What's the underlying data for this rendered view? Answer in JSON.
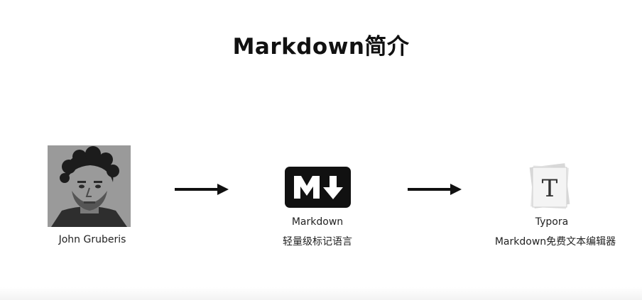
{
  "title": "Markdown简介",
  "nodes": [
    {
      "name": "John Gruberis"
    },
    {
      "name": "Markdown",
      "description": "轻量级标记语言"
    },
    {
      "name": "Typora",
      "description": "Markdown免费文本编辑器",
      "icon_letter": "T"
    }
  ],
  "icons": [
    "portrait-photo",
    "markdown-logo",
    "typora-icon",
    "arrow-right"
  ]
}
